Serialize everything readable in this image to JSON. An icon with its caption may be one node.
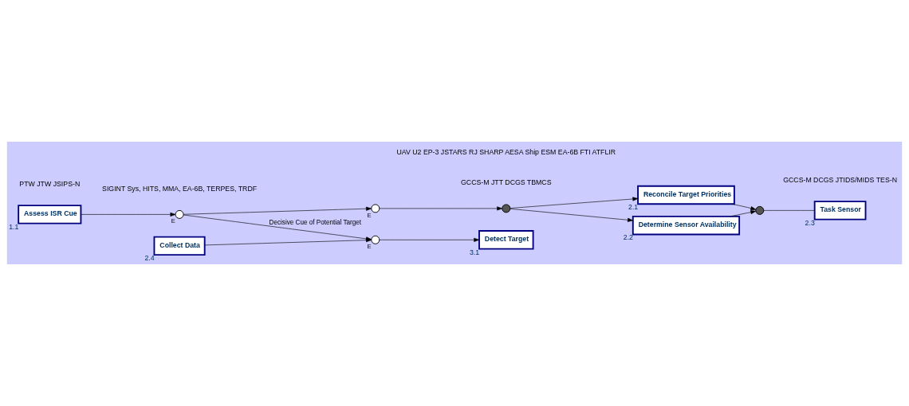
{
  "diagram": {
    "nodes": [
      {
        "text": [
          "Assess ISR Cue"
        ],
        "beside": [
          "1.1"
        ]
      },
      {
        "text": [],
        "shape": "circle",
        "beside": [
          "E"
        ]
      },
      {
        "text": [],
        "shape": "circle",
        "beside": [
          "E"
        ]
      },
      {
        "text": [],
        "shape": "circle"
      },
      {
        "text": [
          "Reconcile Target Priorities"
        ],
        "beside": [
          "2.1"
        ]
      },
      {
        "text": [
          "Determine Sensor Availability"
        ],
        "beside": [
          "2.2"
        ]
      },
      {
        "text": [],
        "shape": "circle"
      },
      {
        "text": [
          "Task Sensor"
        ],
        "beside": [
          "2.3"
        ]
      },
      {
        "text": [
          "Collect Data"
        ],
        "beside": [
          "2.4"
        ]
      },
      {
        "text": [],
        "shape": "circle",
        "beside": [
          "E"
        ]
      },
      {
        "text": [
          "Detect Target"
        ],
        "beside": [
          "3.1"
        ]
      }
    ],
    "edges": [
      {
        "from": 0,
        "to": 1,
        "arrow": "to"
      },
      {
        "from": 1,
        "to": 2,
        "arrow": "to"
      },
      {
        "from": 2,
        "to": 3,
        "arrow": "to"
      },
      {
        "from": 3,
        "to": 4,
        "arrow": "to"
      },
      {
        "from": 3,
        "to": 5,
        "arrow": "to"
      },
      {
        "from": 4,
        "to": 6,
        "arrow": "to"
      },
      {
        "from": 5,
        "to": 6,
        "arrow": "to"
      },
      {
        "from": 6,
        "to": 7,
        "arrow": "none"
      },
      {
        "from": 8,
        "to": 9,
        "arrow": "to"
      },
      {
        "from": 9,
        "to": 10,
        "arrow": "to"
      },
      {
        "from": 1,
        "to": 9,
        "arrow": "to",
        "label": "Decisive Cue of Potential Target"
      }
    ],
    "labels": [
      "PTW JTW JSIPS-N",
      "GCCS-M DCGS JTIDS/MIDS TES-N",
      "GCCS-M JTT DCGS TBMCS",
      "SIGINT Sys, HITS, MMA, EA-6B, TERPES, TRDF",
      "UAV U2 EP-3 JSTARS RJ SHARP AESA Ship ESM EA-6B FTI ATFLIR"
    ]
  }
}
